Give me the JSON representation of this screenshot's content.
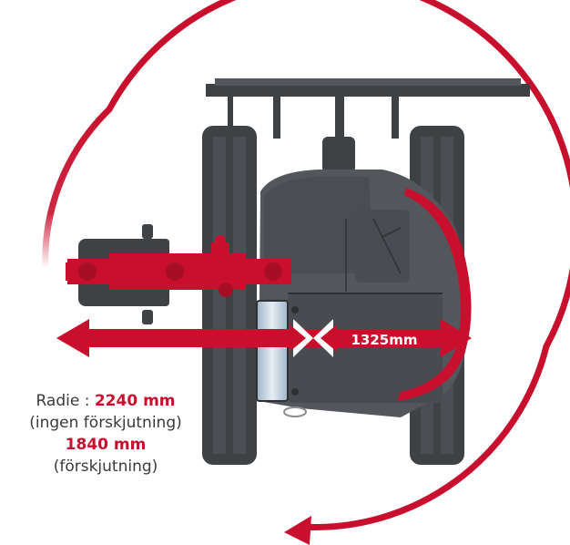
{
  "measure_label": "1325mm",
  "radius": {
    "prefix": "Radie : ",
    "value_no_offset": "2240 mm",
    "note_no_offset": "(ingen förskjutning)",
    "value_offset": "1840 mm",
    "note_offset": "(förskjutning)"
  },
  "colors": {
    "accent": "#c8102e",
    "machine_dark": "#3f4245",
    "machine_mid": "#53575b",
    "text": "#3a3a3a"
  }
}
